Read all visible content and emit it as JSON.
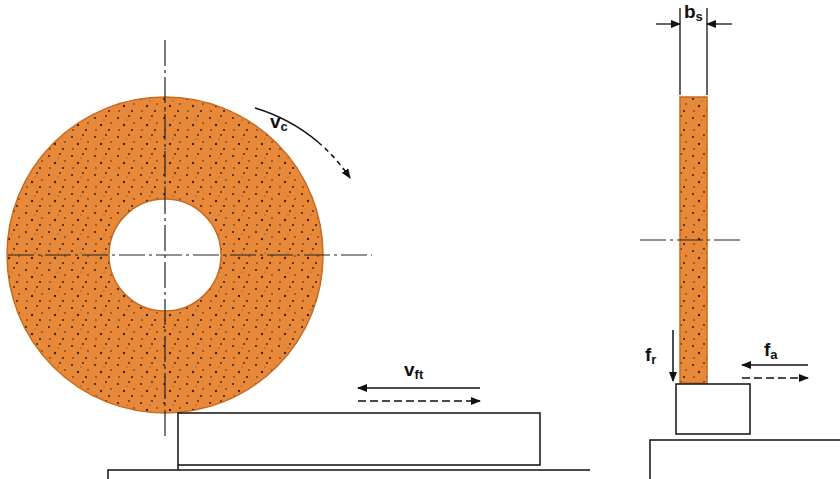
{
  "diagram": {
    "labels": [
      "vc",
      "vft",
      "bs",
      "fr",
      "fa"
    ]
  }
}
